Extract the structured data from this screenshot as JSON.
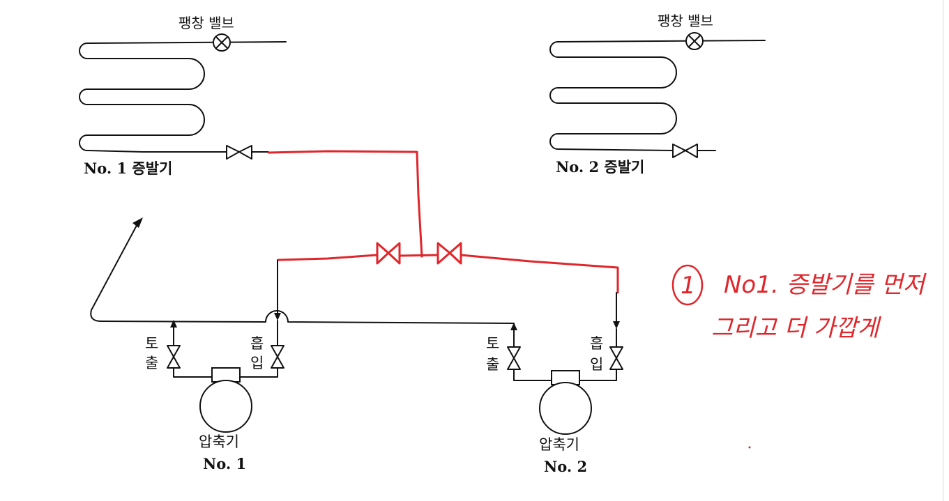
{
  "labels": {
    "expansion_valve_1": "팽창 밸브",
    "expansion_valve_2": "팽창 밸브",
    "evaporator_1": "No. 1 증발기",
    "evaporator_2": "No. 2 증발기",
    "discharge_1": [
      "토",
      "출"
    ],
    "suction_1": [
      "흡",
      "입"
    ],
    "discharge_2": [
      "토",
      "출"
    ],
    "suction_2": [
      "흡",
      "입"
    ],
    "compressor_1": [
      "압축기",
      "No. 1"
    ],
    "compressor_2": [
      "압축기",
      "No. 2"
    ]
  },
  "annotation": {
    "number": "1",
    "line1": "No1. 증발기를 먼저",
    "line2": "그리고  더 가깝게"
  },
  "colors": {
    "line": "#111111",
    "highlight": "#e0262b"
  }
}
